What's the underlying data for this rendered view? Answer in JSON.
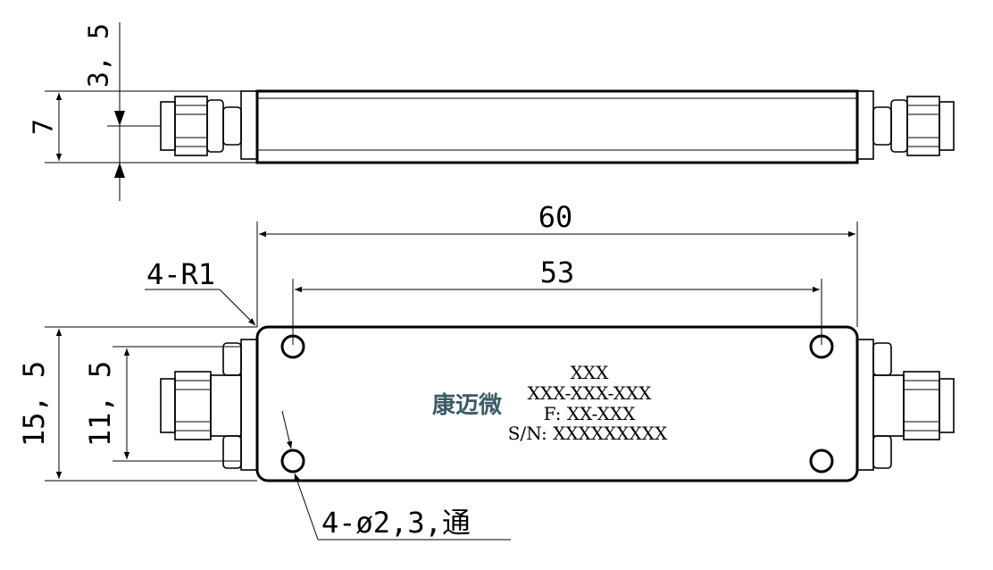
{
  "drawing": {
    "side_view": {
      "dim_height": "7",
      "dim_half_height": "3, 5"
    },
    "top_view": {
      "dim_length": "60",
      "dim_hole_spacing": "53",
      "dim_width": "15, 5",
      "dim_inner_width": "11, 5",
      "callout_radius": "4-R1",
      "callout_holes": "4-ø2,3,通"
    },
    "label_plate": {
      "brand": "康迈微",
      "line1": "XXX",
      "line2": "XXX-XXX-XXX",
      "line3": "F: XX-XXX",
      "line4": "S/N: XXXXXXXXX"
    },
    "colors": {
      "brand": "#3b5b66",
      "line": "#000000"
    }
  }
}
